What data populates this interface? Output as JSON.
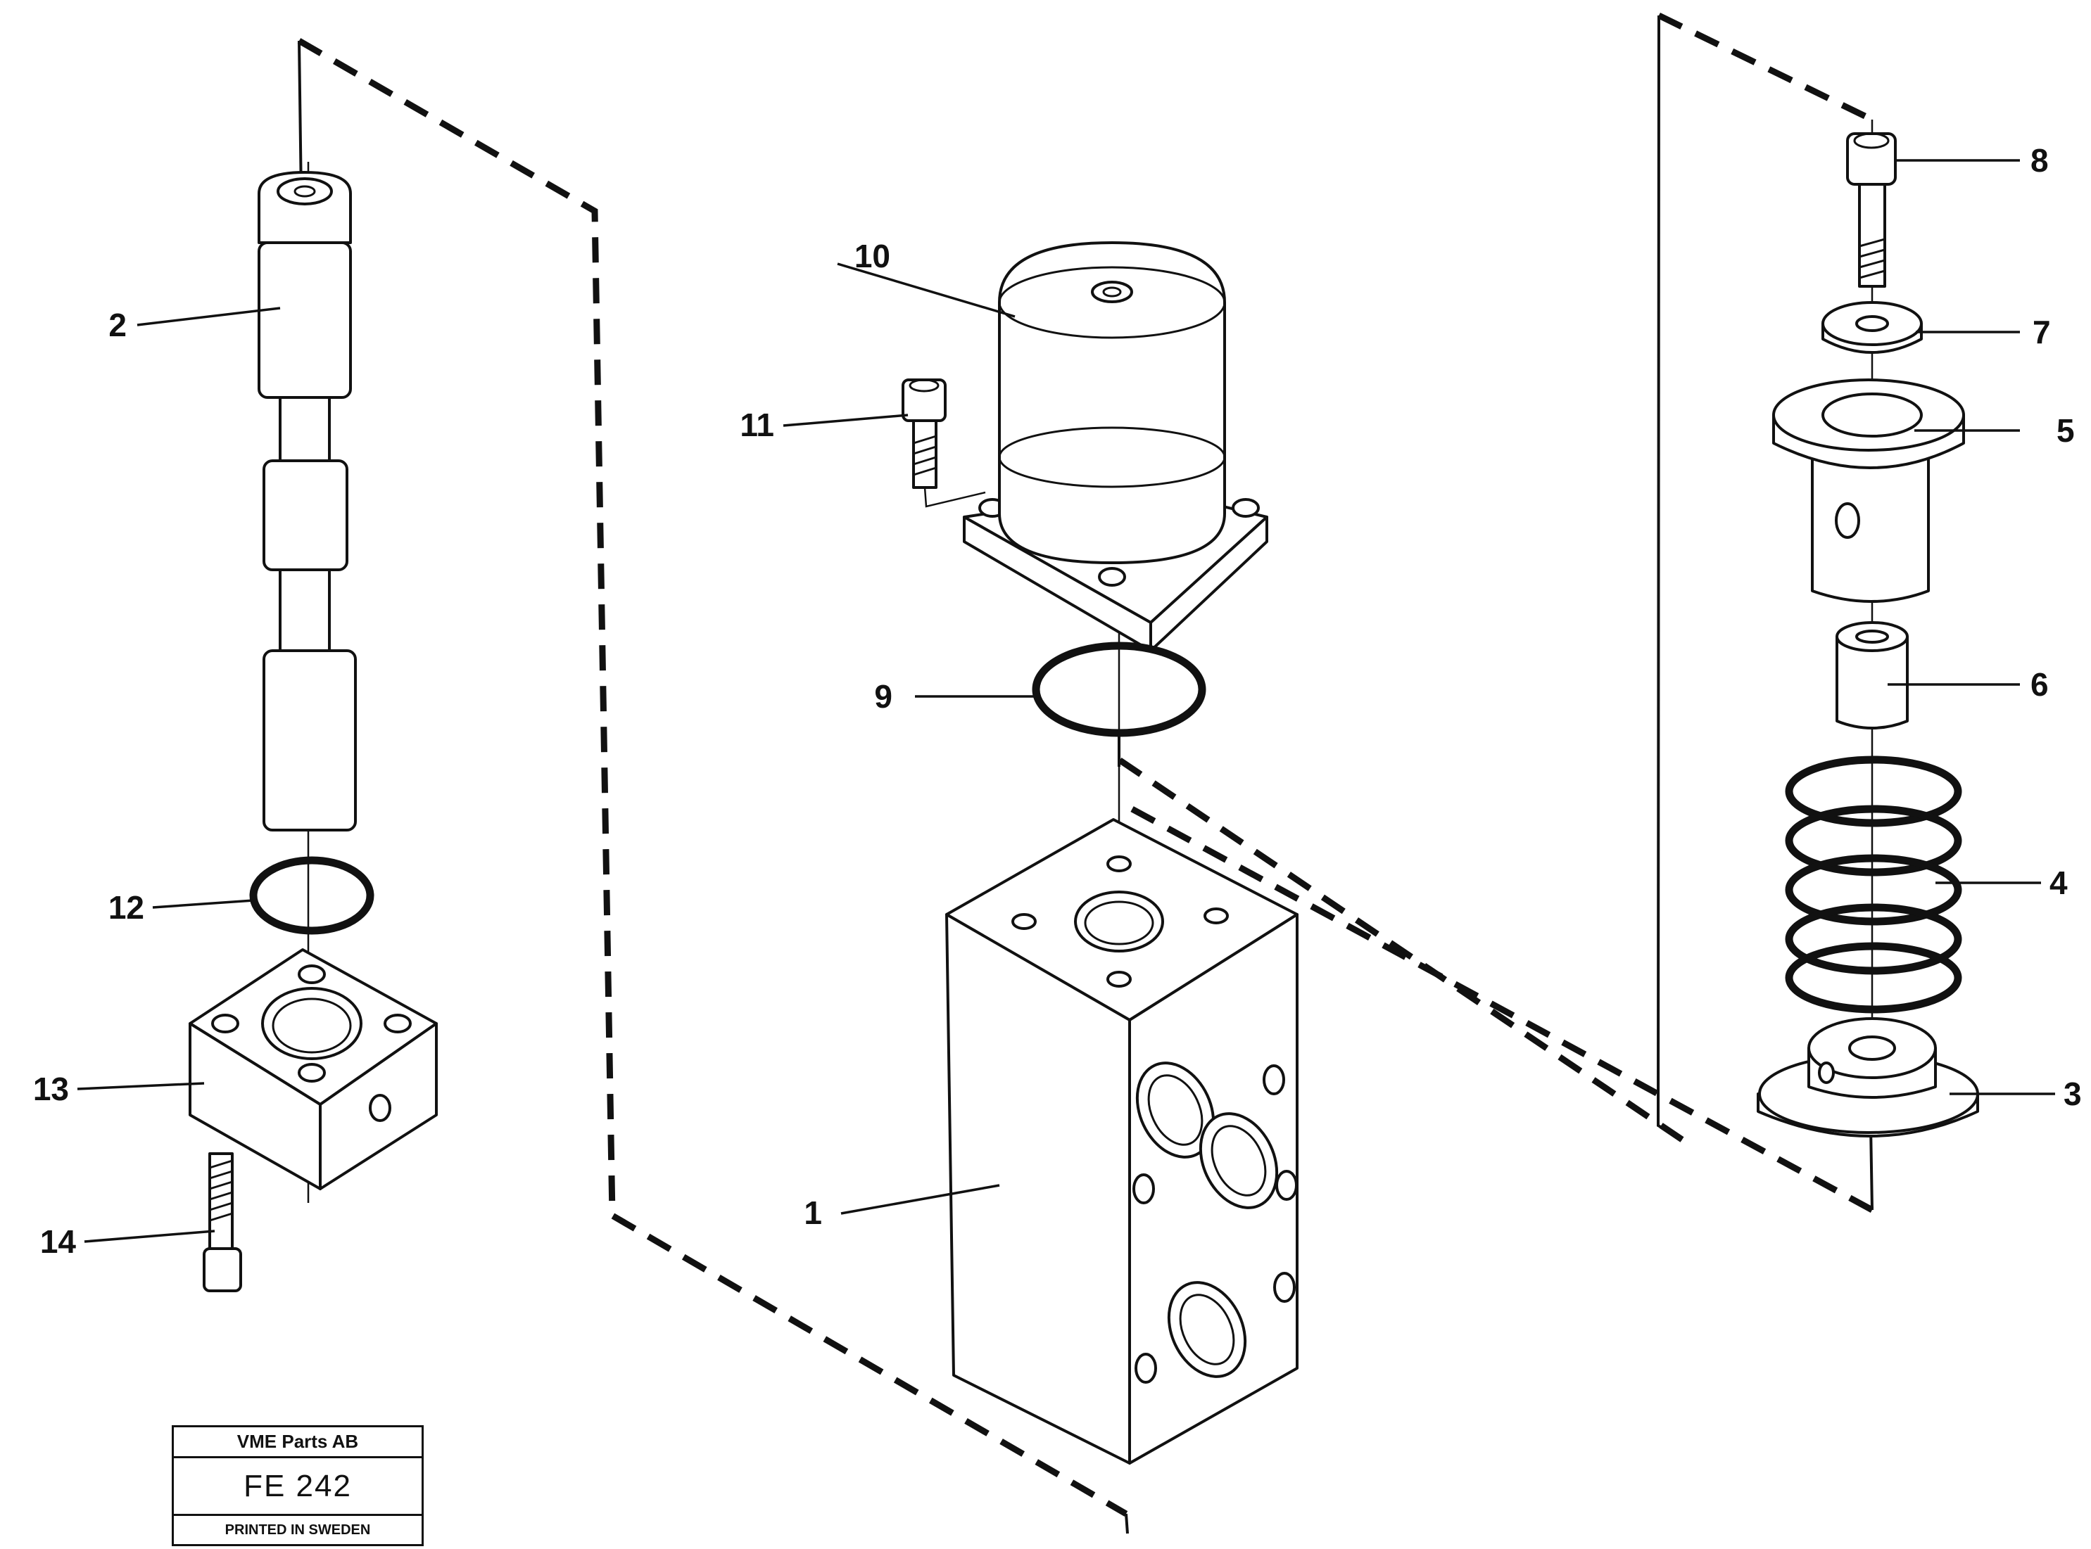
{
  "title_block": {
    "company": "VME Parts AB",
    "code": "FE 242",
    "printed": "PRINTED IN SWEDEN"
  },
  "callouts": {
    "c1": "1",
    "c2": "2",
    "c3": "3",
    "c4": "4",
    "c5": "5",
    "c6": "6",
    "c7": "7",
    "c8": "8",
    "c9": "9",
    "c10": "10",
    "c11": "11",
    "c12": "12",
    "c13": "13",
    "c14": "14"
  }
}
